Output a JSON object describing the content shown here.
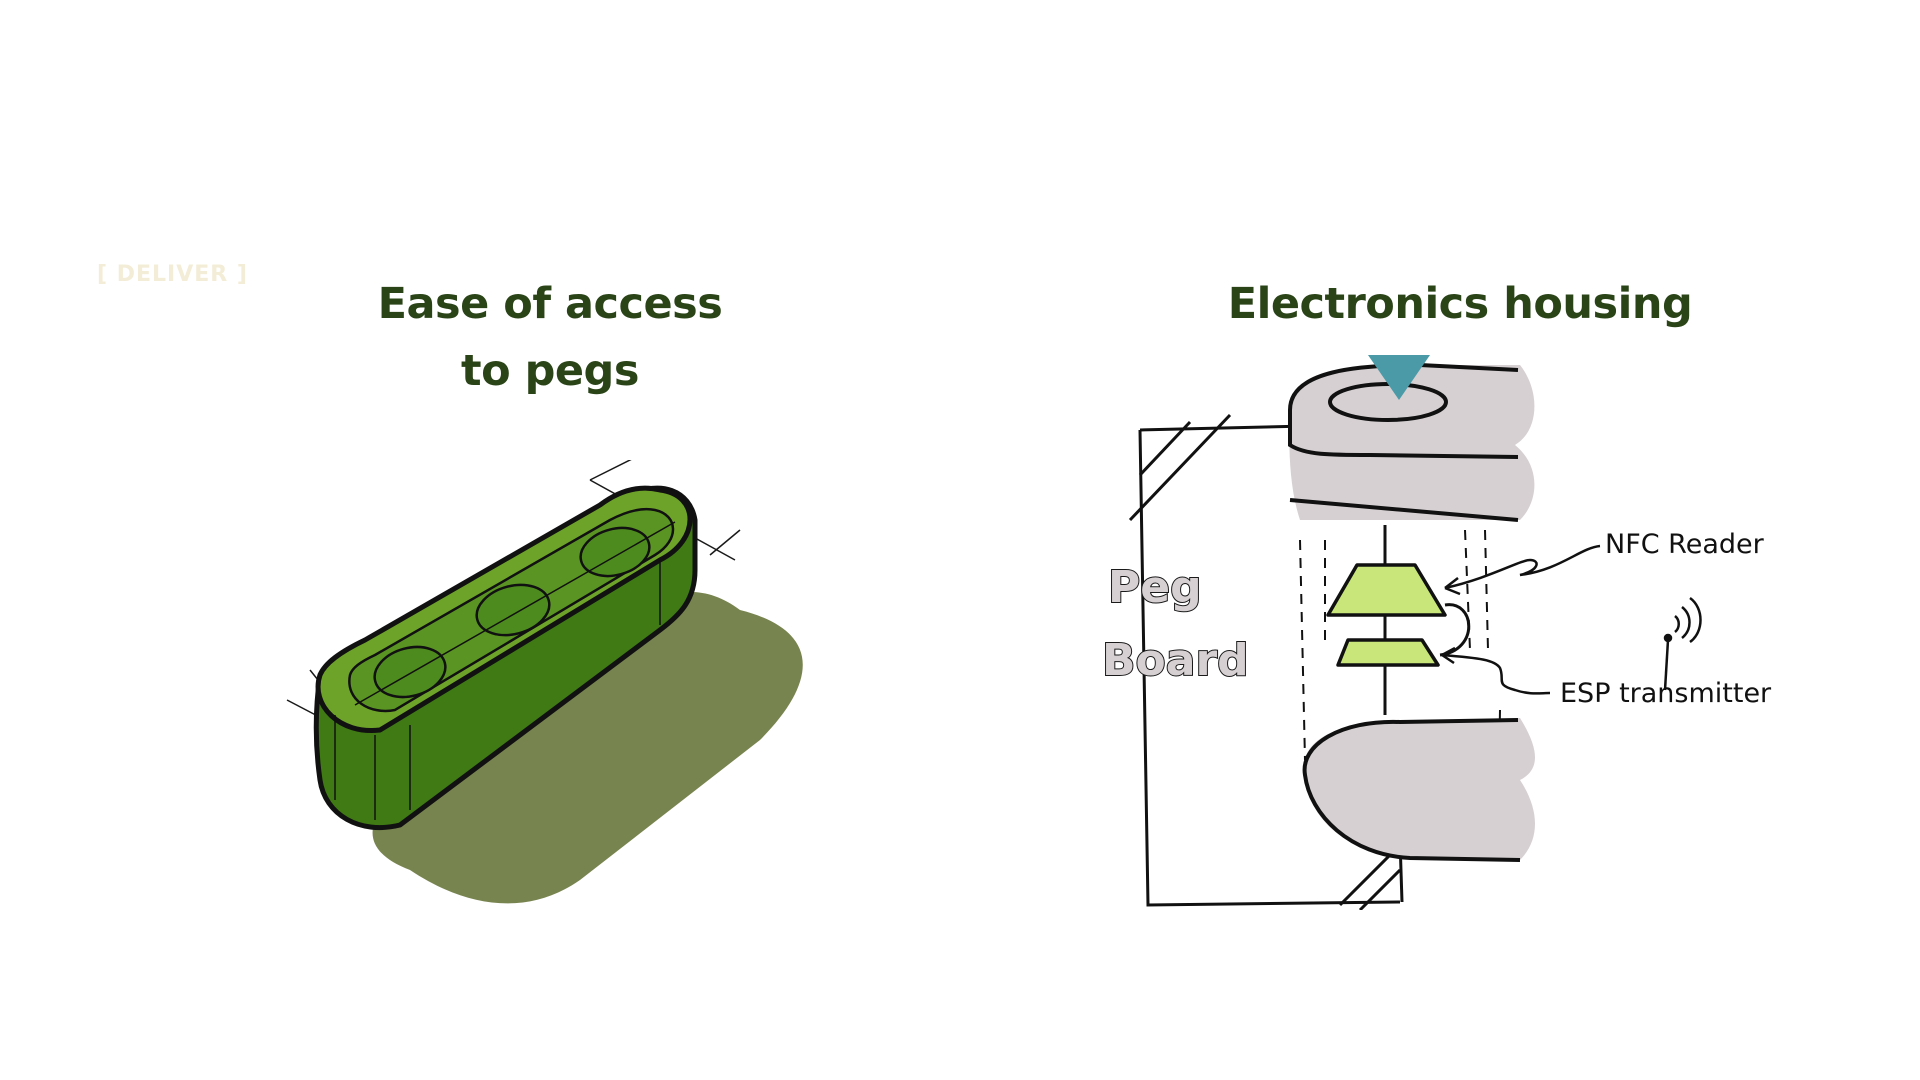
{
  "slide": {
    "tag": "[ DELIVER ]",
    "left_heading": {
      "line1": "Ease of access",
      "line2": "to pegs"
    },
    "right_heading": "Electronics housing"
  },
  "electronics_sketch": {
    "pegboard_line1": "Peg",
    "pegboard_line2": "Board",
    "label_nfc": "NFC Reader",
    "label_esp": "ESP transmitter"
  },
  "colors": {
    "heading": "#2a4418",
    "tag": "#f3ecd6",
    "holder_green": "#4e8b1e",
    "shadow_olive": "#78844f",
    "housing_grey": "#d6d0d2",
    "board_lime": "#c8e67a",
    "cone_teal": "#4a9aa8"
  }
}
